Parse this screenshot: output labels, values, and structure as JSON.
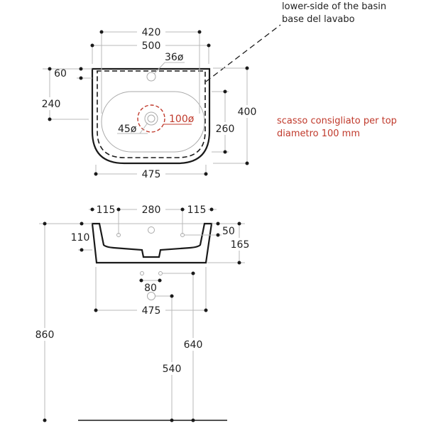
{
  "notes": {
    "lower_side_en": "lower-side of the basin",
    "lower_side_it": "base del lavabo",
    "recess_line1": "scasso consigliato per top",
    "recess_line2": "diametro 100 mm"
  },
  "top_view": {
    "dim_420": "420",
    "dim_500": "500",
    "tap_hole": "36ø",
    "dim_60": "60",
    "dim_240": "240",
    "dim_400": "400",
    "dim_260": "260",
    "drain": "45ø",
    "recess": "100ø",
    "dim_475": "475"
  },
  "side_view": {
    "dim_115_left": "115",
    "dim_280": "280",
    "dim_115_right": "115",
    "dim_110": "110",
    "dim_50": "50",
    "dim_165": "165",
    "dim_80": "80",
    "dim_475": "475",
    "dim_860": "860",
    "dim_640": "640",
    "dim_540": "540"
  },
  "colors": {
    "accent_red": "#c0392b"
  }
}
